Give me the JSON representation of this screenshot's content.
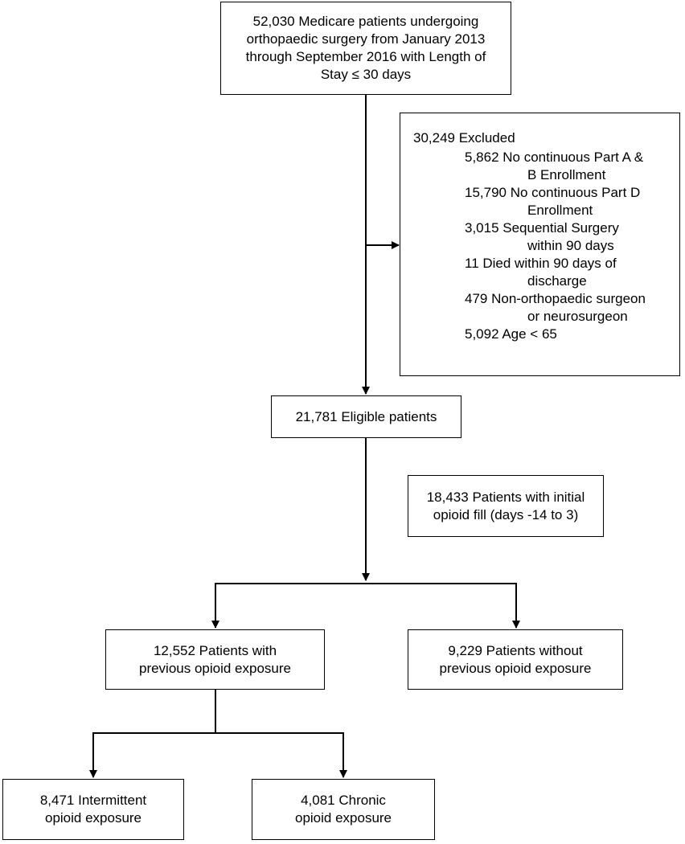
{
  "top_box": {
    "lines": [
      "52,030 Medicare patients undergoing",
      "orthopaedic surgery from January 2013",
      "through September 2016 with Length of",
      "Stay ≤ 30 days"
    ]
  },
  "excluded_box": {
    "heading": "30,249 Excluded",
    "items": [
      {
        "line1": "5,862 No continuous Part A &",
        "line2": "B Enrollment"
      },
      {
        "line1": "15,790 No continuous Part D",
        "line2": "Enrollment"
      },
      {
        "line1": "3,015 Sequential Surgery",
        "line2": "within 90 days"
      },
      {
        "line1": "11 Died within 90 days of",
        "line2": "discharge"
      },
      {
        "line1": "479 Non-orthopaedic surgeon",
        "line2": "or neurosurgeon"
      },
      {
        "line1": "5,092 Age < 65",
        "line2": ""
      }
    ]
  },
  "eligible_box": {
    "lines": [
      "21,781 Eligible patients"
    ]
  },
  "initial_fill_box": {
    "lines": [
      "18,433 Patients with initial",
      "opioid fill (days -14 to 3)"
    ]
  },
  "previous_exposure_box": {
    "lines": [
      "12,552 Patients with",
      "previous opioid exposure"
    ]
  },
  "no_previous_exposure_box": {
    "lines": [
      "9,229 Patients without",
      "previous opioid exposure"
    ]
  },
  "intermittent_box": {
    "lines": [
      "8,471 Intermittent",
      "opioid exposure"
    ]
  },
  "chronic_box": {
    "lines": [
      "4,081 Chronic",
      "opioid exposure"
    ]
  }
}
